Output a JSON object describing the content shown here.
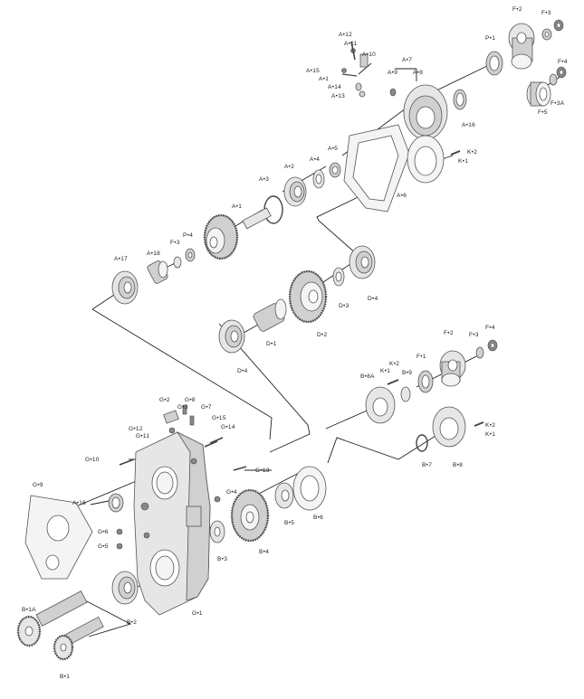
{
  "labels": {
    "A_12": "A•12",
    "A_11": "A•11",
    "A_10": "A•10",
    "A_7": "A•7",
    "A_9": "A•9",
    "A_8": "A•8",
    "A_15": "A•15",
    "A_1b": "A•1",
    "A_14": "A•14",
    "A_13": "A•13",
    "A_16": "A•16",
    "A_5": "A•5",
    "A_4": "A•4",
    "A_2": "A•2",
    "A_3": "A•3",
    "A_1": "A•1",
    "A_6": "A•6",
    "A_17": "A•17",
    "A_18": "A•18",
    "A_16b": "A•16",
    "F_2": "F•2",
    "F_3": "F•3",
    "P_1": "P•1",
    "F_4": "F•4",
    "F_3A": "F•3A",
    "F_5": "F•5",
    "K_2": "K•2",
    "K_1": "K•1",
    "F_3b": "F•3",
    "P_4": "P•4",
    "D_4": "D•4",
    "D_3": "D•3",
    "D_2": "D•2",
    "D_1": "D•1",
    "D_4b": "D•4",
    "F_2b": "F•2",
    "F_4b": "F•4",
    "F_3c": "F•3",
    "F_1": "F•1",
    "K_2b": "K•2",
    "K_1b": "K•1",
    "B_9": "B•9",
    "B_8A": "B•8A",
    "K_2c": "K•2",
    "K_1c": "K•1",
    "B_7": "B•7",
    "B_8": "B•8",
    "G_2": "G•2",
    "G_8": "G•8",
    "G_3": "G•3",
    "G_7": "G•7",
    "G_12": "G•12",
    "G_11": "G•11",
    "G_15": "G•15",
    "G_14": "G•14",
    "G_10": "G•10",
    "G_13": "G•13",
    "G_9": "G•9",
    "G_4": "G•4",
    "G_6": "G•6",
    "G_5": "G•5",
    "G_1": "G•1",
    "B_6": "B•6",
    "B_5": "B•5",
    "B_4": "B•4",
    "B_3": "B•3",
    "B_2": "B•2",
    "B_1A": "B•1A",
    "B_1": "B•1"
  }
}
